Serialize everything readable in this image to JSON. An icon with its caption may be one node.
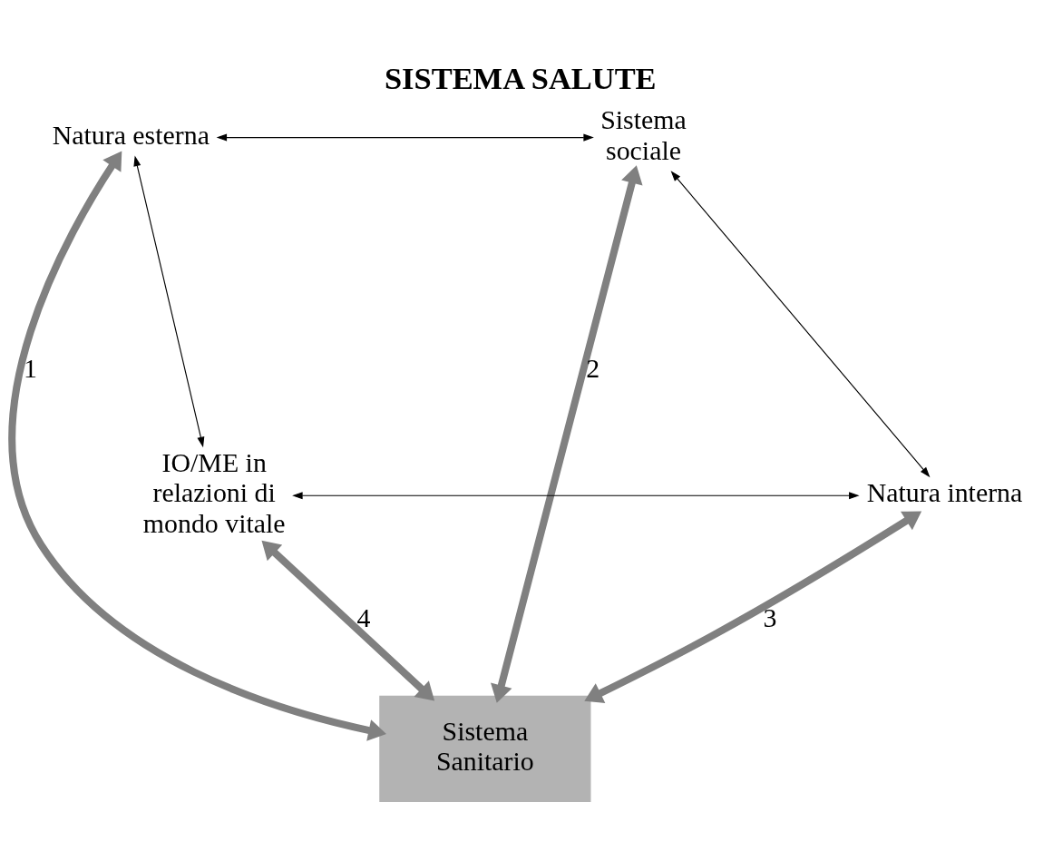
{
  "diagram": {
    "title": "SISTEMA SALUTE",
    "nodes": [
      {
        "text": [
          "Natura esterna"
        ]
      },
      {
        "text": [
          "Sistema sociale"
        ]
      },
      {
        "text": [
          "Sistema Sanitario"
        ]
      },
      {
        "text": [
          "IO/ME in relazioni di mondo vitale"
        ]
      },
      {
        "text": [
          "Natura interna"
        ]
      }
    ],
    "edges": [
      {
        "from": 0,
        "to": 1,
        "arrow": "both"
      },
      {
        "from": 0,
        "to": 3,
        "arrow": "both"
      },
      {
        "from": 1,
        "to": 4,
        "arrow": "both"
      },
      {
        "from": 3,
        "to": 4,
        "arrow": "both"
      },
      {
        "from": 0,
        "to": 2,
        "arrow": "both",
        "label": "1",
        "style": "thick",
        "color": "#808080"
      },
      {
        "from": 1,
        "to": 2,
        "arrow": "both",
        "label": "2",
        "style": "thick",
        "color": "#808080"
      },
      {
        "from": 4,
        "to": 2,
        "arrow": "both",
        "label": "3",
        "style": "thick",
        "color": "#808080"
      },
      {
        "from": 3,
        "to": 2,
        "arrow": "both",
        "label": "4",
        "style": "thick",
        "color": "#808080"
      }
    ]
  }
}
